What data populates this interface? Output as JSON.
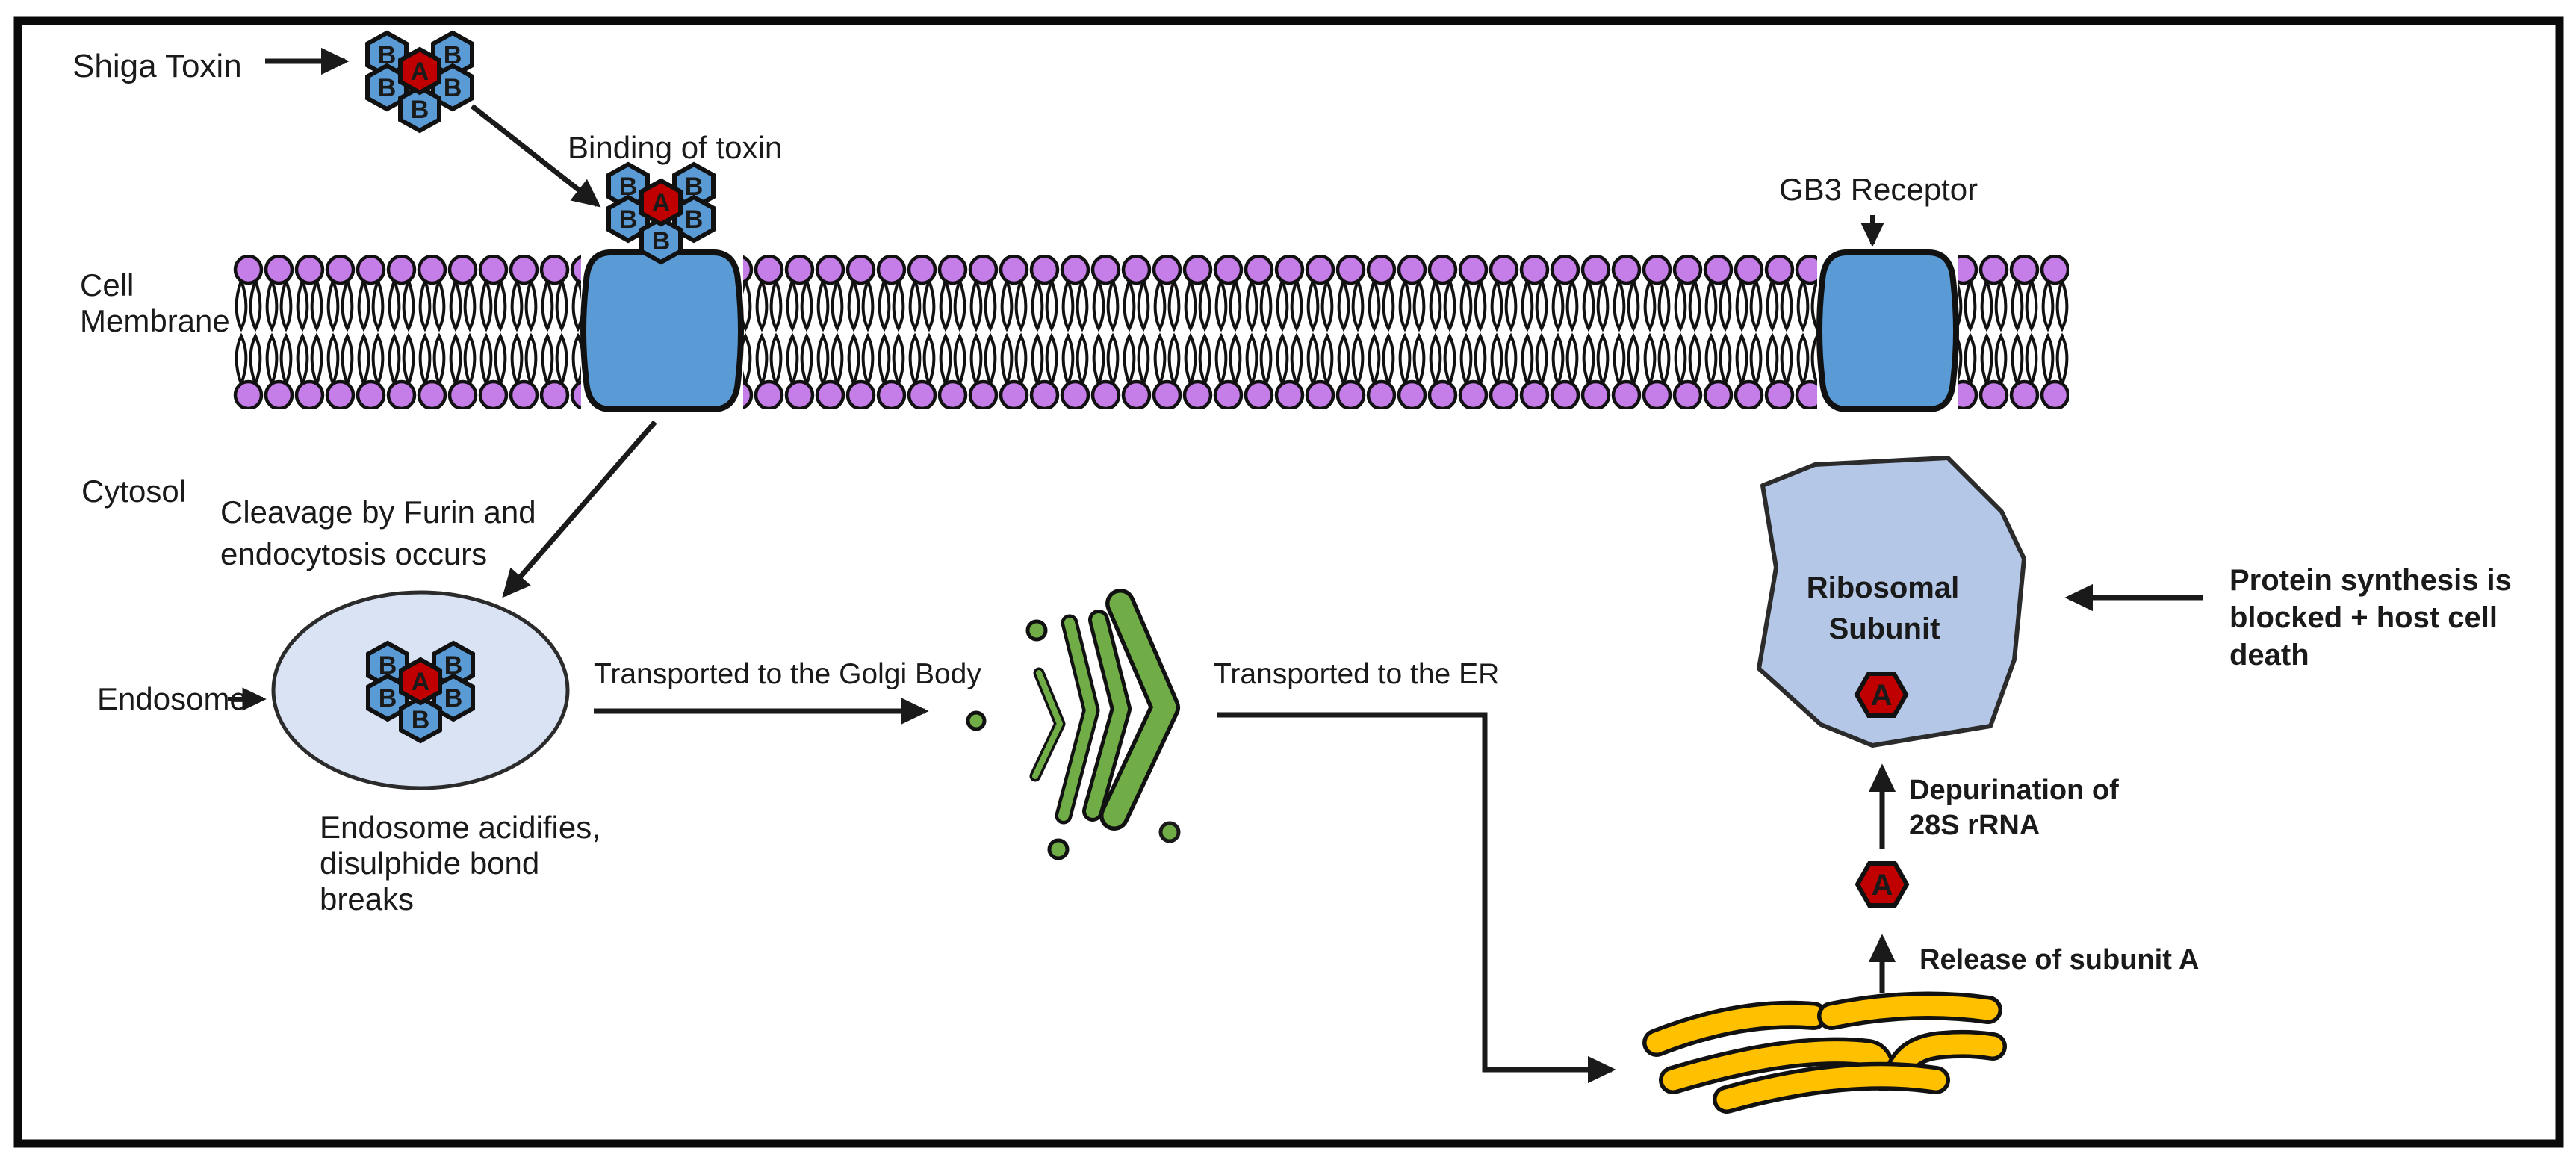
{
  "labels": {
    "shiga_toxin": "Shiga Toxin",
    "binding": "Binding of toxin",
    "gb3": "GB3 Receptor",
    "cell_membrane_line1": "Cell",
    "cell_membrane_line2": "Membrane",
    "cytosol": "Cytosol",
    "cleavage_line1": "Cleavage by Furin and",
    "cleavage_line2": "endocytosis occurs",
    "endosome": "Endosome",
    "endosome_acid_line1": "Endosome acidifies,",
    "endosome_acid_line2": "disulphide bond",
    "endosome_acid_line3": "breaks",
    "to_golgi": "Transported to the Golgi Body",
    "to_er": "Transported to the ER",
    "ribosomal_line1": "Ribosomal",
    "ribosomal_line2": "Subunit",
    "depurination_line1": "Depurination of",
    "depurination_line2": "28S rRNA",
    "release": "Release of subunit A",
    "protein_line1": "Protein synthesis is",
    "protein_line2": "blocked + host cell",
    "protein_line3": "death"
  },
  "subunits": {
    "a": "A",
    "b": "B"
  },
  "colors": {
    "subunit_b_blue": "#5b9bd5",
    "subunit_a_red": "#c00000",
    "receptor_blue": "#5b9bd5",
    "lipid_head_purple": "#c57de8",
    "endosome_fill": "#dae3f3",
    "ribosome_fill": "#b4c7e7",
    "golgi_green": "#70ad47",
    "er_yellow": "#ffc000",
    "line_black": "#1a1a1a"
  }
}
